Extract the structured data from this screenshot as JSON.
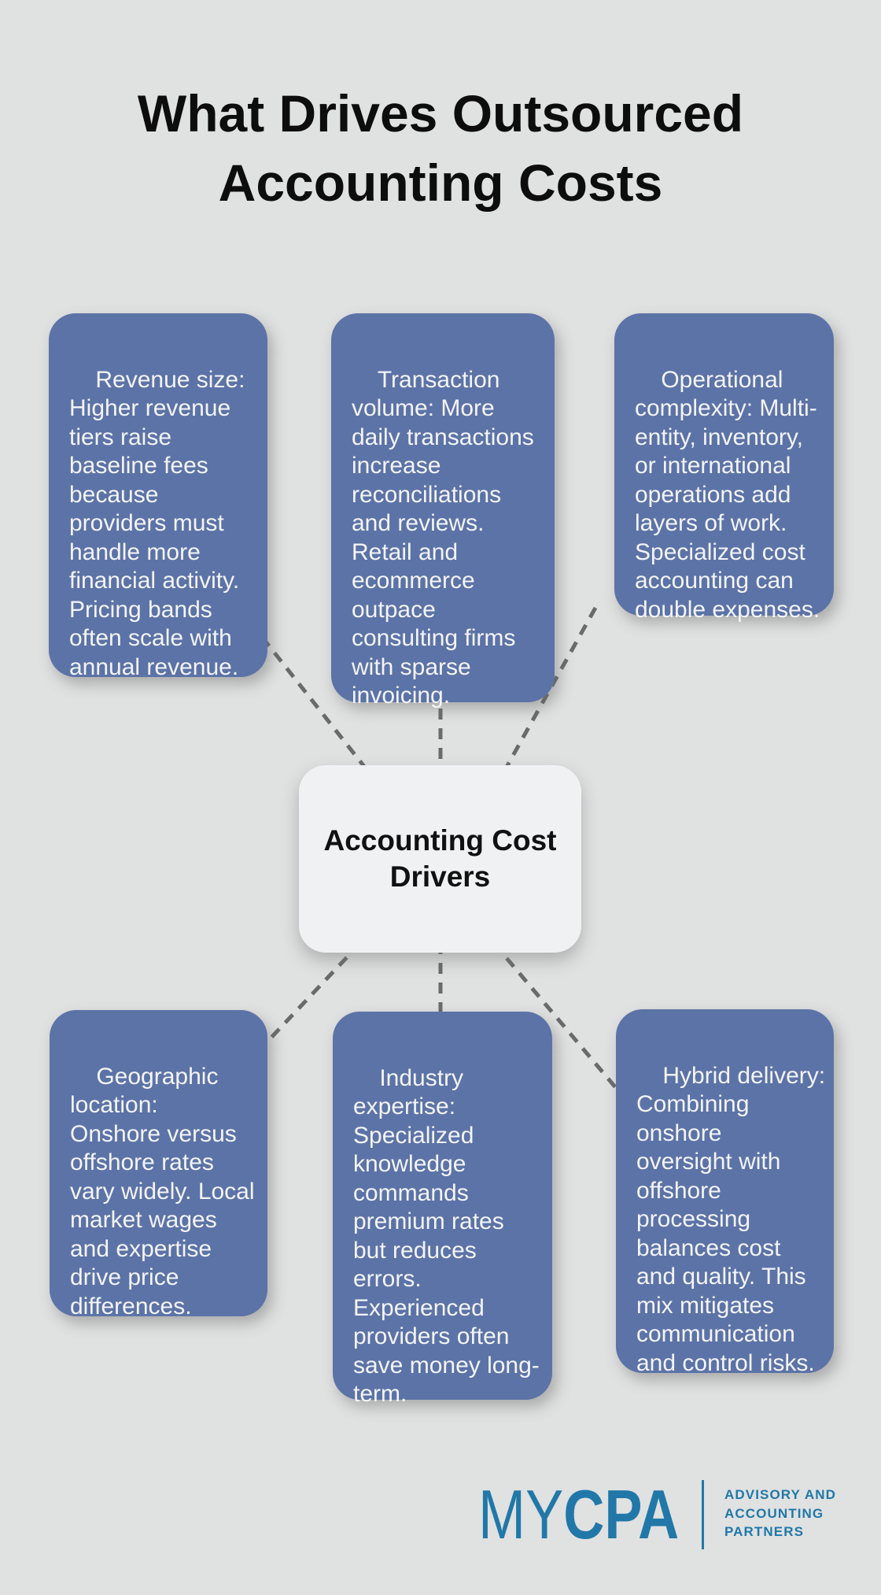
{
  "page": {
    "title": "What Drives Outsourced\nAccounting Costs",
    "background_color": "#e0e1e1",
    "title_color": "#0d0d0d"
  },
  "diagram": {
    "center": {
      "label": "Accounting Cost\nDrivers",
      "fill_color": "#f0f1f2",
      "text_color": "#111111"
    },
    "node_fill_color": "#5c73a7",
    "node_text_color": "#f3f4f6",
    "connector_color": "#6a6a6a",
    "connector_style": "dashed",
    "nodes": [
      {
        "id": "revenue-size",
        "text": "Revenue size:\nHigher revenue\ntiers raise\nbaseline fees\nbecause\nproviders must\nhandle more\nfinancial activity.\nPricing bands\noften scale with\nannual revenue."
      },
      {
        "id": "transaction-volume",
        "text": "Transaction\nvolume: More\ndaily transactions\nincrease\nreconciliations\nand reviews.\nRetail and\necommerce\noutpace\nconsulting firms\nwith sparse\ninvoicing."
      },
      {
        "id": "operational-complexity",
        "text": "Operational\ncomplexity: Multi-\nentity, inventory,\nor international\noperations add\nlayers of work.\nSpecialized cost\naccounting can\ndouble expenses."
      },
      {
        "id": "geographic-location",
        "text": "Geographic\nlocation:\nOnshore versus\noffshore rates\nvary widely. Local\nmarket wages\nand expertise\ndrive price\ndifferences."
      },
      {
        "id": "industry-expertise",
        "text": "Industry\nexpertise:\nSpecialized\nknowledge\ncommands\npremium rates\nbut reduces\nerrors.\nExperienced\nproviders often\nsave money long-\nterm."
      },
      {
        "id": "hybrid-delivery",
        "text": "Hybrid delivery:\nCombining\nonshore\noversight with\noffshore\nprocessing\nbalances cost\nand quality. This\nmix mitigates\ncommunication\nand control risks."
      }
    ]
  },
  "footer": {
    "logo": {
      "brand_light": "MY",
      "brand_bold": "CPA",
      "tagline": "ADVISORY AND\nACCOUNTING\nPARTNERS",
      "color": "#2178a8"
    }
  }
}
